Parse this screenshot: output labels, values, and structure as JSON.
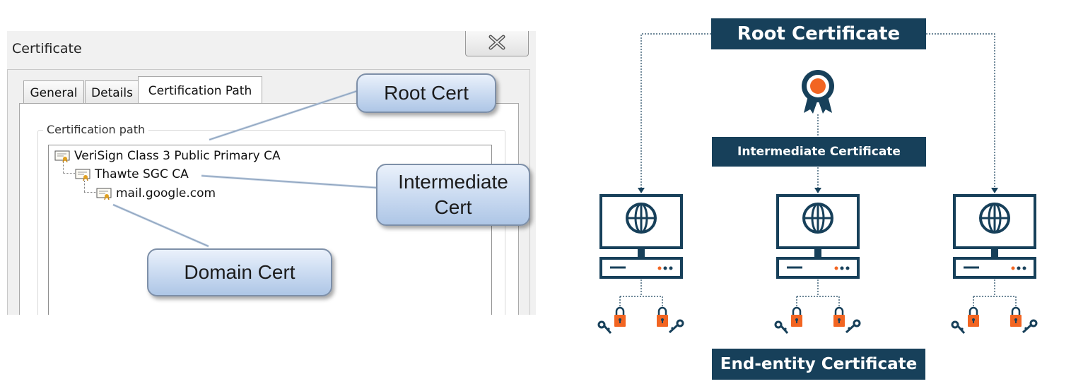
{
  "dialog": {
    "title": "Certificate",
    "tabs": [
      "General",
      "Details",
      "Certification Path"
    ],
    "group_label": "Certification path",
    "tree": [
      {
        "label": "VeriSign Class 3 Public Primary CA"
      },
      {
        "label": "Thawte SGC CA"
      },
      {
        "label": "mail.google.com"
      }
    ]
  },
  "callouts": {
    "root": "Root Cert",
    "intermediate_line1": "Intermediate",
    "intermediate_line2": "Cert",
    "domain": "Domain Cert"
  },
  "diagram": {
    "root_label": "Root Certificate",
    "intermediate_label": "Intermediate Certificate",
    "end_entity_label": "End-entity Certificate",
    "colors": {
      "navy": "#17405a",
      "accent": "#f26522"
    }
  }
}
